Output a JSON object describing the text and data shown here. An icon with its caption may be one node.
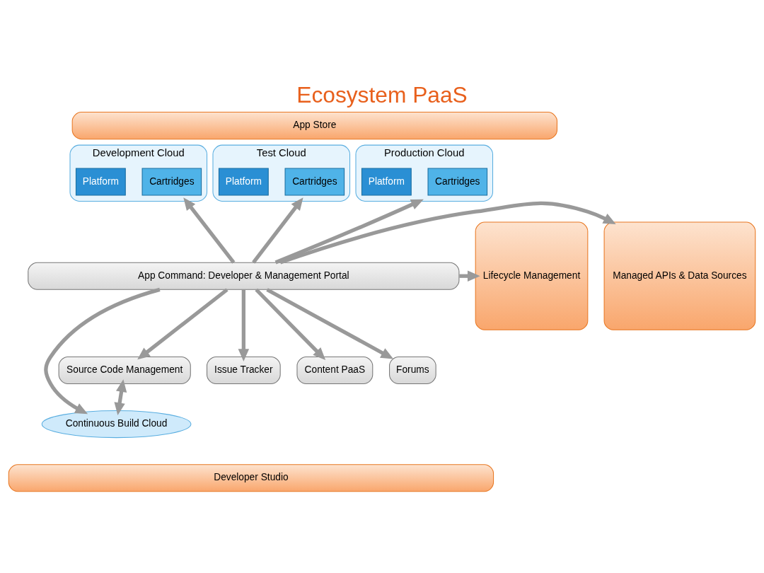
{
  "diagram": {
    "title": "Ecosystem PaaS",
    "nodes": [
      {
        "text": [
          "App Store"
        ]
      },
      {
        "text": [
          "Lifecycle Management"
        ]
      },
      {
        "text": [
          "Managed APIs & Data Sources"
        ]
      },
      {
        "text": [
          "Development Cloud"
        ]
      },
      {
        "text": [
          "Cartridges"
        ],
        "in": 3
      },
      {
        "text": [
          "Platform"
        ],
        "in": 3
      },
      {
        "text": [
          "Test Cloud"
        ]
      },
      {
        "text": [
          "Cartridges"
        ],
        "in": 6
      },
      {
        "text": [
          "Platform"
        ],
        "in": 6
      },
      {
        "text": [
          "Production Cloud"
        ]
      },
      {
        "text": [
          "Cartridges"
        ],
        "in": 9
      },
      {
        "text": [
          "Platform"
        ],
        "in": 9
      },
      {
        "text": [
          "App Command: Developer & Management Portal"
        ]
      },
      {
        "text": [
          "Source Code Management"
        ]
      },
      {
        "text": [
          "Continuous Build Cloud"
        ]
      },
      {
        "text": [
          "Issue Tracker"
        ]
      },
      {
        "text": [
          "Content PaaS"
        ]
      },
      {
        "text": [
          "Forums"
        ]
      },
      {
        "text": [
          "Developer Studio"
        ]
      }
    ],
    "edges": [
      {
        "from": 12,
        "to": 3,
        "arrow": "to"
      },
      {
        "from": 12,
        "to": 6,
        "arrow": "to"
      },
      {
        "from": 12,
        "to": 9,
        "arrow": "to"
      },
      {
        "from": 12,
        "to": 1,
        "arrow": "to"
      },
      {
        "from": 12,
        "to": 2,
        "arrow": "to"
      },
      {
        "from": 12,
        "to": 13,
        "arrow": "to"
      },
      {
        "from": 12,
        "to": 14,
        "arrow": "to"
      },
      {
        "from": 12,
        "to": 15,
        "arrow": "to"
      },
      {
        "from": 12,
        "to": 16,
        "arrow": "to"
      },
      {
        "from": 12,
        "to": 17,
        "arrow": "to"
      },
      {
        "from": 13,
        "to": 14,
        "arrow": "both"
      }
    ]
  }
}
